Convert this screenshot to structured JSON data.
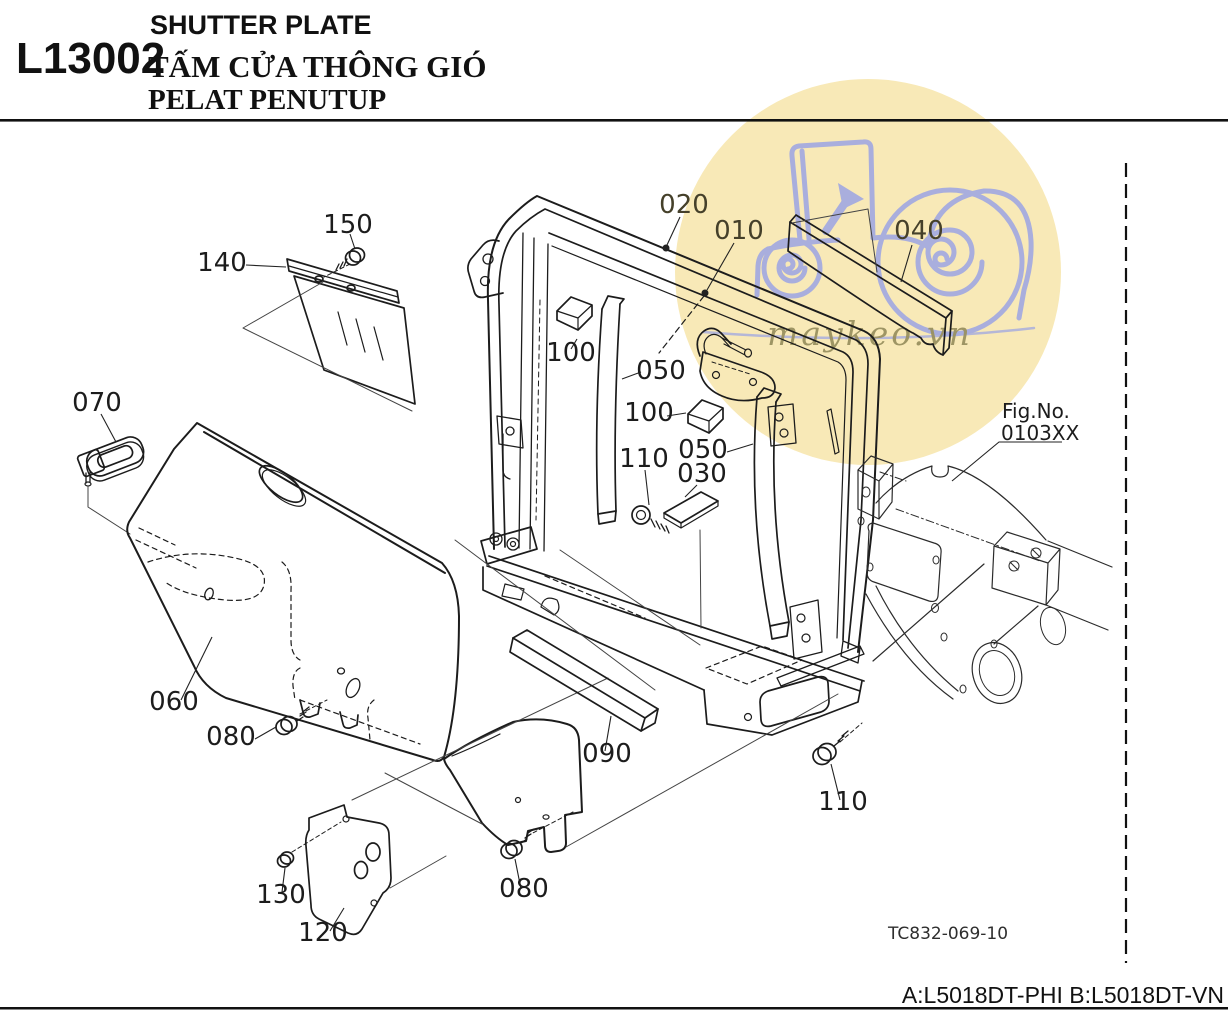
{
  "header": {
    "code": "L13002",
    "title_en": "SHUTTER PLATE",
    "title_vi": "TẤM CỬA THÔNG GIÓ",
    "title_id": "PELAT PENUTUP"
  },
  "watermark": {
    "site_text": "maykeo.vn",
    "circle_color": "#f8e9b7",
    "tractor_color": "#a9aedd",
    "text_color": "#9a9160"
  },
  "diagram": {
    "callouts": [
      {
        "text": "150"
      },
      {
        "text": "140"
      },
      {
        "text": "070"
      },
      {
        "text": "020"
      },
      {
        "text": "010"
      },
      {
        "text": "040"
      },
      {
        "text": "100"
      },
      {
        "text": "050"
      },
      {
        "text": "100"
      },
      {
        "text": "110"
      },
      {
        "text": "050"
      },
      {
        "text": "030"
      },
      {
        "text": "060"
      },
      {
        "text": "080"
      },
      {
        "text": "090"
      },
      {
        "text": "110"
      },
      {
        "text": "130"
      },
      {
        "text": "120"
      },
      {
        "text": "080"
      }
    ],
    "fig_ref_line1": "Fig.No.",
    "fig_ref_line2": "0103XX",
    "drawing_no": "TC832-069-10"
  },
  "footer": {
    "models": "A:L5018DT-PHI B:L5018DT-VN"
  }
}
